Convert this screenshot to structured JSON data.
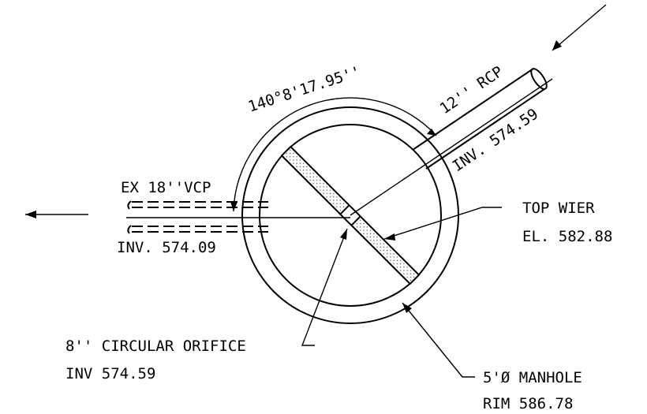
{
  "labels": {
    "angle": "140°8'17.95''",
    "pipe_in": "12'' RCP",
    "pipe_in_inv": "INV. 574.59",
    "pipe_out": "EX 18''VCP",
    "pipe_out_inv": "INV. 574.09",
    "weir_title": "TOP WIER",
    "weir_elev": "EL. 582.88",
    "orifice_title": "8'' CIRCULAR ORIFICE",
    "orifice_inv": "INV 574.59",
    "manhole_title": "5'Ø MANHOLE",
    "manhole_rim": "RIM 586.78"
  }
}
